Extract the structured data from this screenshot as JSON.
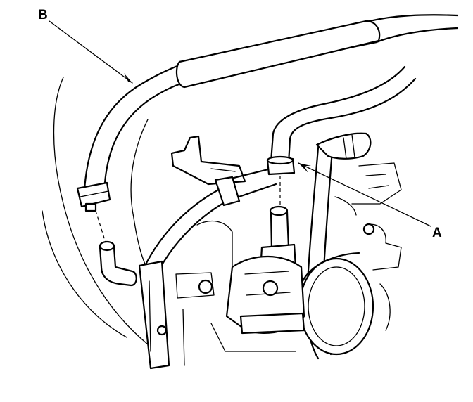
{
  "diagram": {
    "callouts": [
      {
        "id": "B",
        "text": "B"
      },
      {
        "id": "A",
        "text": "A"
      }
    ],
    "ink_color": "#000000",
    "background_color": "#ffffff"
  }
}
